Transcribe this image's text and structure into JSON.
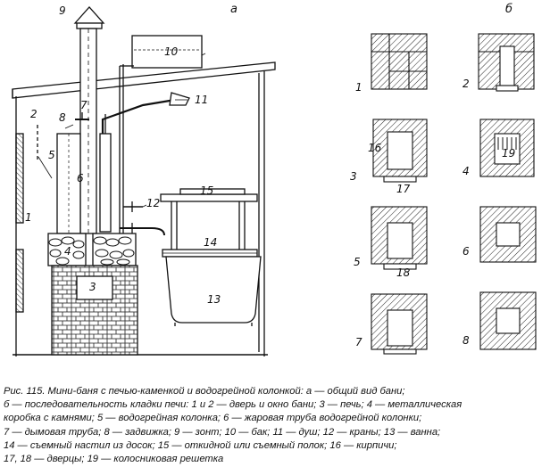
{
  "figure": {
    "panel_labels": {
      "a": "а",
      "b": "б"
    },
    "left_callouts": {
      "n1": "1",
      "n2": "2",
      "n3": "3",
      "n4": "4",
      "n5": "5",
      "n6": "6",
      "n7": "7",
      "n8": "8",
      "n9": "9",
      "n10": "10",
      "n11": "11",
      "n12": "12",
      "n13": "13",
      "n14": "14",
      "n15": "15"
    },
    "courses": [
      {
        "num": "1"
      },
      {
        "num": "2"
      },
      {
        "num": "3",
        "sub": "16",
        "sub2": "17"
      },
      {
        "num": "4",
        "sub": "19"
      },
      {
        "num": "5",
        "sub": "18"
      },
      {
        "num": "6"
      },
      {
        "num": "7"
      },
      {
        "num": "8"
      }
    ]
  },
  "caption": {
    "lines": [
      "Рис. 115. Мини-баня с печью-каменкой и водогрейной колонкой: а — общий вид бани;",
      "б — последовательность кладки печи: 1 и 2 — дверь и окно бани; 3 — печь; 4 — металлическая",
      "коробка с камнями; 5 — водогрейная колонка; 6 — жаровая труба водогрейной колонки;",
      "7 — дымовая труба; 8 — задвижка; 9 — зонт; 10 — бак; 11 — душ; 12 — краны; 13 — ванна;",
      "14 — съемный настил из досок; 15 — откидной или съемный полок; 16 — кирпичи;",
      "17, 18 — дверцы; 19 — колосниковая решетка"
    ]
  }
}
